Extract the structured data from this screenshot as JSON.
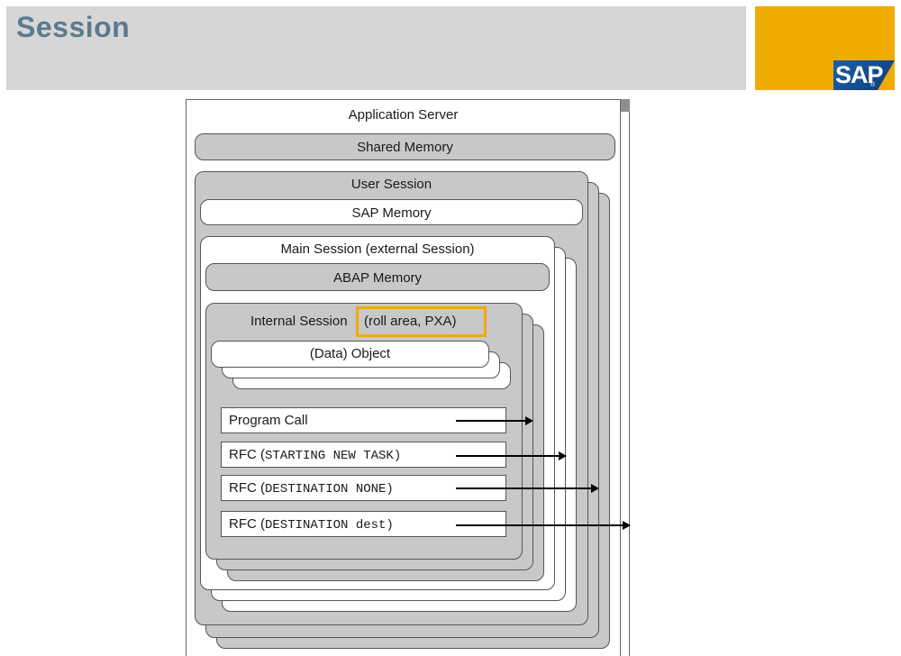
{
  "header": {
    "title": "Session",
    "logo_text": "SAP",
    "logo_registered": "®"
  },
  "diagram": {
    "application_server": "Application Server",
    "shared_memory": "Shared Memory",
    "user_session": "User Session",
    "sap_memory": "SAP Memory",
    "main_session": "Main Session (external Session)",
    "abap_memory": "ABAP Memory",
    "internal_session": "Internal Session",
    "roll_area_highlight": "(roll area, PXA)",
    "data_object": "(Data) Object",
    "calls": [
      {
        "prefix": "Program Call",
        "code": ""
      },
      {
        "prefix": "RFC (",
        "code": "STARTING NEW TASK)"
      },
      {
        "prefix": "RFC (",
        "code": "DESTINATION NONE)"
      },
      {
        "prefix": "RFC (",
        "code": "DESTINATION dest)"
      }
    ]
  },
  "colors": {
    "title_bar": "#d6d6d6",
    "title_text": "#5b7a90",
    "logo_gold": "#f0ab00",
    "logo_blue": "#1f5fa8",
    "box_gray": "#c8c8c8",
    "highlight": "#f0ab00"
  }
}
